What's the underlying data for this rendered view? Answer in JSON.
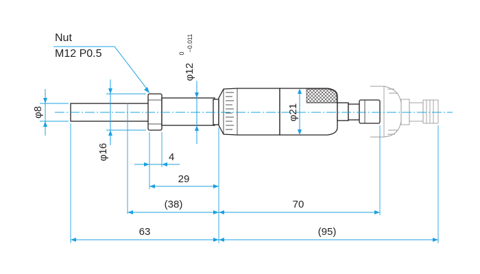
{
  "nut_callout": {
    "title": "Nut",
    "spec": "M12 P0.5"
  },
  "dimensions": {
    "dia_8": "φ8",
    "dia_16": "φ16",
    "dia_12_main": "φ12",
    "dia_12_tol_upper": "0",
    "dia_12_tol_lower": "−0.011",
    "dia_21": "φ21",
    "len_4": "4",
    "len_29": "29",
    "len_38": "(38)",
    "len_70": "70",
    "len_63": "63",
    "len_95": "(95)"
  },
  "colors": {
    "dimension": "#1aa0e0",
    "outline": "#231f20"
  }
}
